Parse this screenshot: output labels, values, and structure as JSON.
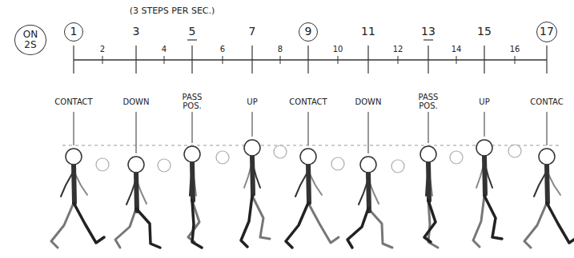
{
  "diagram": {
    "title": "(3 STEPS PER SEC.)",
    "nodes": [
      {
        "text": [
          "ON 2S"
        ]
      },
      {
        "text": [
          "1"
        ]
      },
      {
        "text": [
          "9"
        ]
      },
      {
        "text": [
          "17"
        ]
      }
    ],
    "labels": [
      "3",
      "5",
      "7",
      "11",
      "13",
      "15",
      "2",
      "4",
      "6",
      "8",
      "10",
      "12",
      "14",
      "16",
      "CONTACT",
      "DOWN",
      "PASS POS.",
      "UP",
      "CONTACT",
      "DOWN",
      "PASS POS.",
      "UP",
      "CONTAC"
    ]
  }
}
